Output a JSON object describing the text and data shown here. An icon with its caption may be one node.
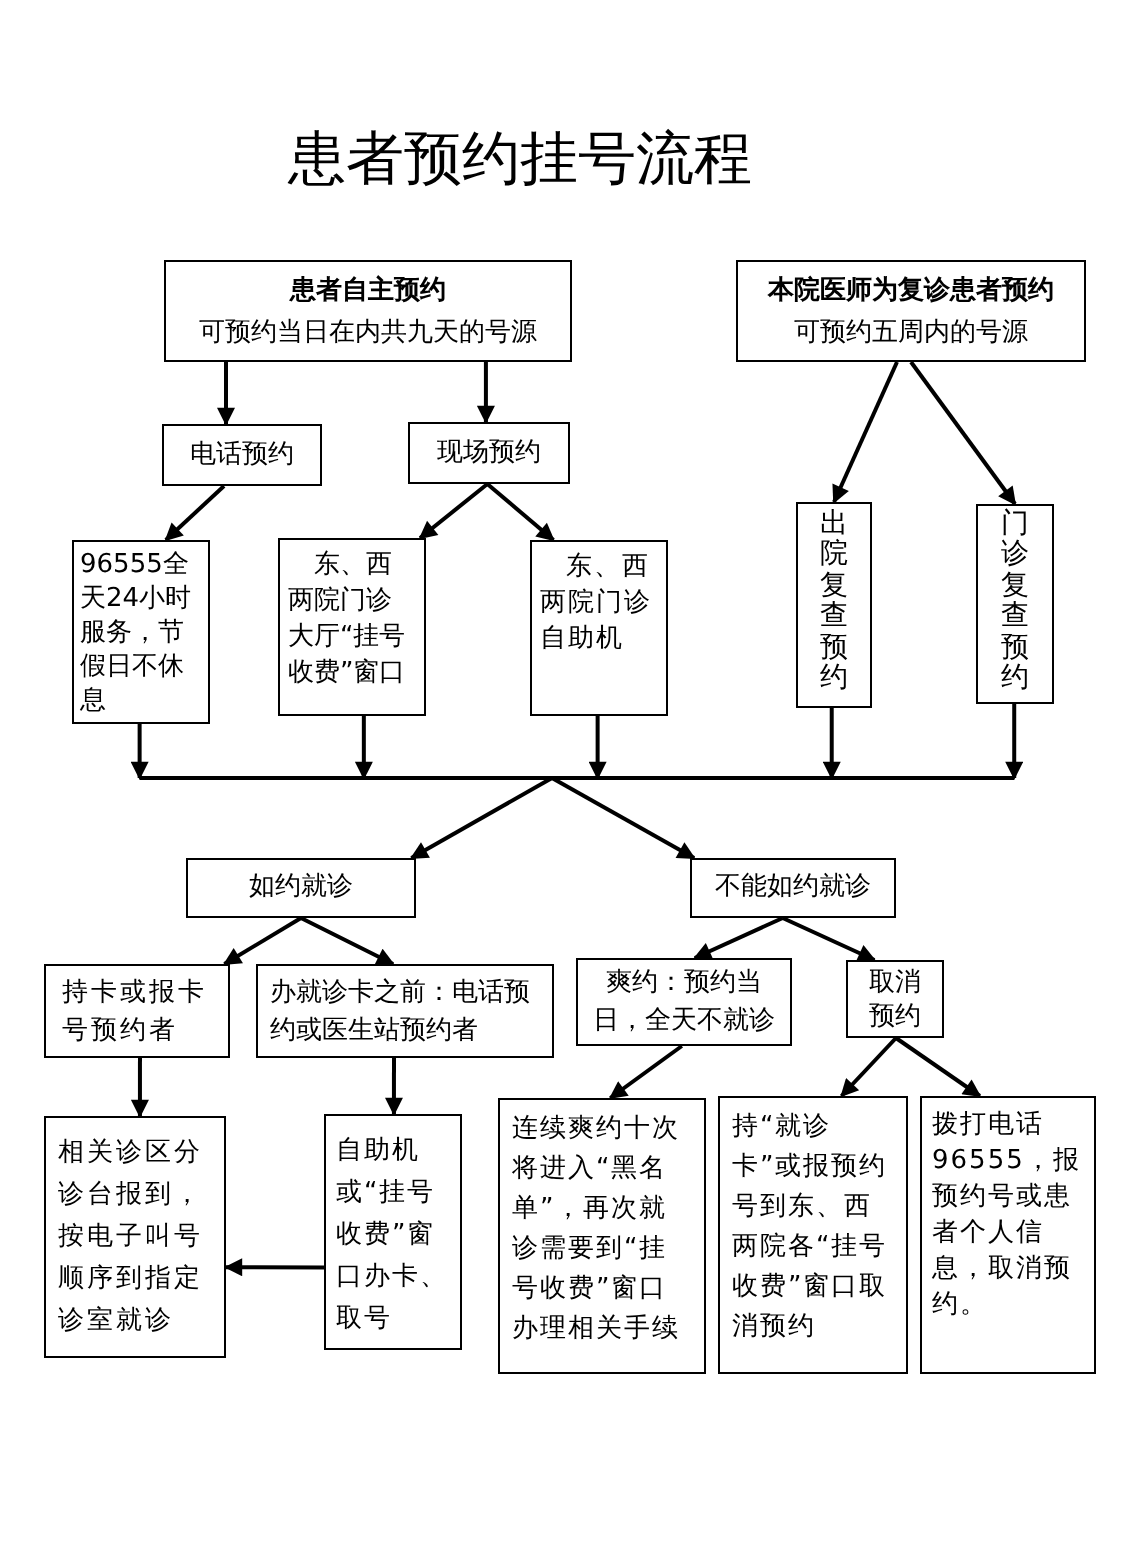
{
  "diagram": {
    "title": "患者预约挂号流程",
    "nodes": [
      {
        "text": [
          "患者自主预约",
          "可预约当日在内共九天的号源"
        ]
      },
      {
        "text": [
          "本院医师为复诊患者预约",
          "可预约五周内的号源"
        ]
      },
      {
        "text": [
          "电话预约"
        ]
      },
      {
        "text": [
          "现场预约"
        ]
      },
      {
        "text": [
          "96555全天24小时服务，节假日不休息"
        ]
      },
      {
        "text": [
          "东、西两院门诊大厅“挂号收费”窗口"
        ]
      },
      {
        "text": [
          "东、西两院门诊自助机"
        ]
      },
      {
        "text": [
          "出院复查预约"
        ]
      },
      {
        "text": [
          "门诊复查预约"
        ]
      },
      {
        "text": [
          "如约就诊"
        ]
      },
      {
        "text": [
          "不能如约就诊"
        ]
      },
      {
        "text": [
          "持卡或报卡号预约者"
        ]
      },
      {
        "text": [
          "办就诊卡之前：电话预约或医生站预约者"
        ]
      },
      {
        "text": [
          "爽约：预约当日，全天不就诊"
        ]
      },
      {
        "text": [
          "取消预约"
        ]
      },
      {
        "text": [
          "相关诊区分诊台报到，按电子叫号顺序到指定诊室就诊"
        ]
      },
      {
        "text": [
          "自助机或“挂号收费”窗口办卡、取号"
        ]
      },
      {
        "text": [
          "连续爽约十次将进入“黑名单”，再次就诊需要到“挂号收费”窗口办理相关手续"
        ]
      },
      {
        "text": [
          "持“就诊卡”或报预约号到东、西两院各“挂号收费”窗口取消预约"
        ]
      },
      {
        "text": [
          "拨打电话96555，报预约号或患者个人信息，取消预约。"
        ]
      }
    ],
    "edges": [
      {
        "from": 0,
        "to": 2,
        "arrow": "to"
      },
      {
        "from": 0,
        "to": 3,
        "arrow": "to"
      },
      {
        "from": 1,
        "to": 7,
        "arrow": "to"
      },
      {
        "from": 1,
        "to": 8,
        "arrow": "to"
      },
      {
        "from": 2,
        "to": 4,
        "arrow": "to"
      },
      {
        "from": 3,
        "to": 5,
        "arrow": "to"
      },
      {
        "from": 3,
        "to": 6,
        "arrow": "to"
      },
      {
        "from": 4,
        "to": 9,
        "arrow": "to"
      },
      {
        "from": 4,
        "to": 10,
        "arrow": "to"
      },
      {
        "from": 5,
        "to": 9,
        "arrow": "to"
      },
      {
        "from": 5,
        "to": 10,
        "arrow": "to"
      },
      {
        "from": 6,
        "to": 9,
        "arrow": "to"
      },
      {
        "from": 6,
        "to": 10,
        "arrow": "to"
      },
      {
        "from": 7,
        "to": 9,
        "arrow": "to"
      },
      {
        "from": 7,
        "to": 10,
        "arrow": "to"
      },
      {
        "from": 8,
        "to": 9,
        "arrow": "to"
      },
      {
        "from": 8,
        "to": 10,
        "arrow": "to"
      },
      {
        "from": 9,
        "to": 11,
        "arrow": "to"
      },
      {
        "from": 9,
        "to": 12,
        "arrow": "to"
      },
      {
        "from": 10,
        "to": 13,
        "arrow": "to"
      },
      {
        "from": 10,
        "to": 14,
        "arrow": "to"
      },
      {
        "from": 11,
        "to": 15,
        "arrow": "to"
      },
      {
        "from": 12,
        "to": 16,
        "arrow": "to"
      },
      {
        "from": 13,
        "to": 17,
        "arrow": "to"
      },
      {
        "from": 14,
        "to": 18,
        "arrow": "to"
      },
      {
        "from": 14,
        "to": 19,
        "arrow": "to"
      },
      {
        "from": 16,
        "to": 15,
        "arrow": "to"
      }
    ]
  }
}
